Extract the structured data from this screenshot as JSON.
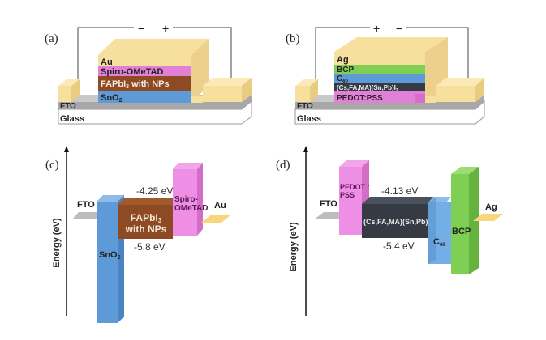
{
  "panels": {
    "a": {
      "label": "(a)",
      "minus": "−",
      "plus": "+",
      "layers": [
        "Au",
        "Spiro-OMeTAD",
        "FAPbI",
        "with NPs",
        "SnO",
        "FTO",
        "Glass"
      ],
      "sub3": "3",
      "sub2": "2"
    },
    "b": {
      "label": "(b)",
      "plus": "+",
      "minus": "−",
      "layers": [
        "Ag",
        "BCP",
        "C",
        "(Cs,FA,MA)(Sn,Pb)I",
        "PEDOT:PSS",
        "FTO",
        "Glass"
      ],
      "sub60": "60",
      "sub3": "3"
    },
    "c": {
      "label": "(c)",
      "axis": "Energy (eV)",
      "fto": "FTO",
      "sno2": "SnO",
      "sub2": "2",
      "fapbi": "FAPbI",
      "sub3": "3",
      "with_nps": "with NPs",
      "spiro1": "Spiro-",
      "spiro2": "OMeTAD",
      "au": "Au",
      "cb": "-4.25 eV",
      "vb": "-5.8 eV"
    },
    "d": {
      "label": "(d)",
      "axis": "Energy (eV)",
      "fto": "FTO",
      "pedot1": "PEDOT :",
      "pedot2": "PSS",
      "perov": "(Cs,FA,MA)(Sn,Pb)I",
      "sub3": "3",
      "c60": "C",
      "sub60": "60",
      "bcp": "BCP",
      "ag": "Ag",
      "cb": "-4.13 eV",
      "vb": "-5.4 eV"
    }
  },
  "colors": {
    "gold": "#f7df9e",
    "gold_dark": "#e8cc80",
    "pink": "#e27fd6",
    "brown": "#8e4a22",
    "blue": "#5f9ad8",
    "gray": "#a9a9a9",
    "green": "#7fcf55",
    "dark": "#353a45",
    "pink_light": "#ee8ee4",
    "blue_light": "#73aee6"
  }
}
